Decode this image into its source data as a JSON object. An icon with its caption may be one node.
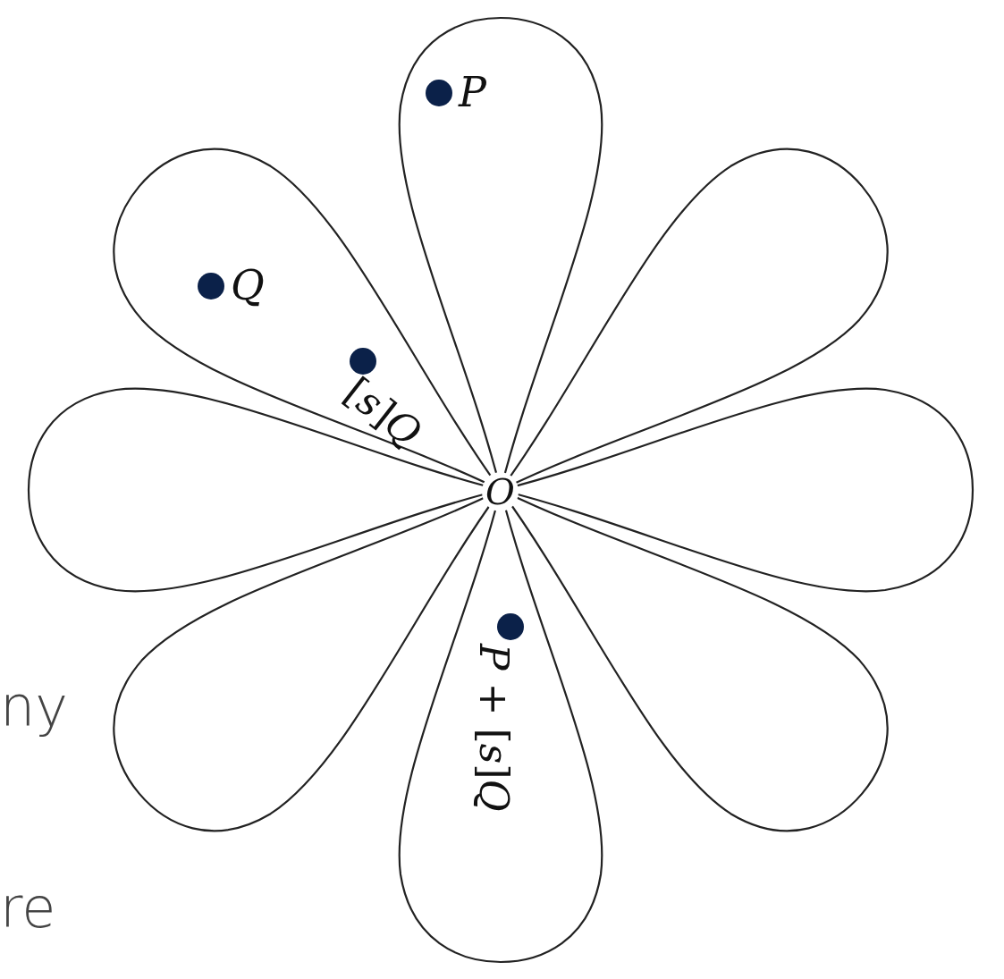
{
  "diagram": {
    "labels": [
      "*P*",
      "*Q*",
      "[*s*]*Q*",
      "*O*",
      "*P* + [*s*]*Q*",
      "ny",
      "re"
    ]
  }
}
